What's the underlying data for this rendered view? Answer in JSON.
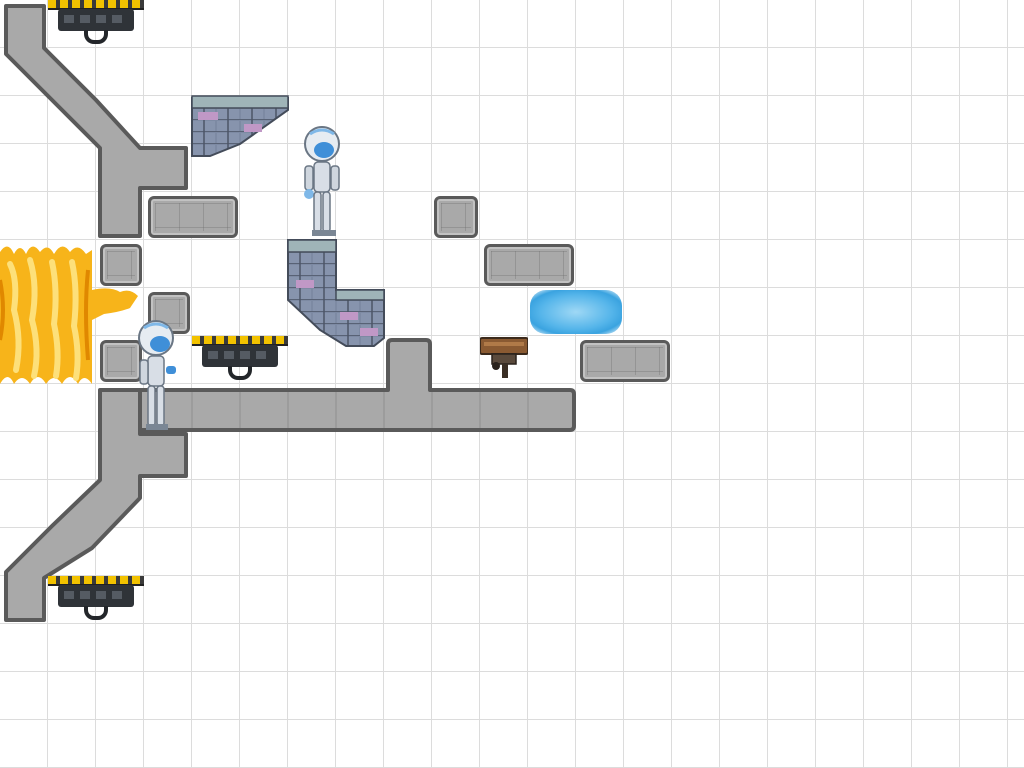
{
  "scene": {
    "title": "",
    "palette": {
      "background": "#ffffff",
      "grid": "#dcdcdc",
      "metal": "#a9a9a9",
      "metal_border": "#5a5a5a",
      "brick": "#7d8aa3",
      "brick_accent": "#b48ab8",
      "fire": "#f5a300",
      "ice": "#55b5ea"
    },
    "entities": [
      {
        "type": "metal-block"
      },
      {
        "type": "brick-wedge"
      },
      {
        "type": "spring-pad"
      },
      {
        "type": "fire-hazard"
      },
      {
        "type": "ice-block"
      },
      {
        "type": "turret"
      },
      {
        "type": "robot-player"
      }
    ]
  }
}
